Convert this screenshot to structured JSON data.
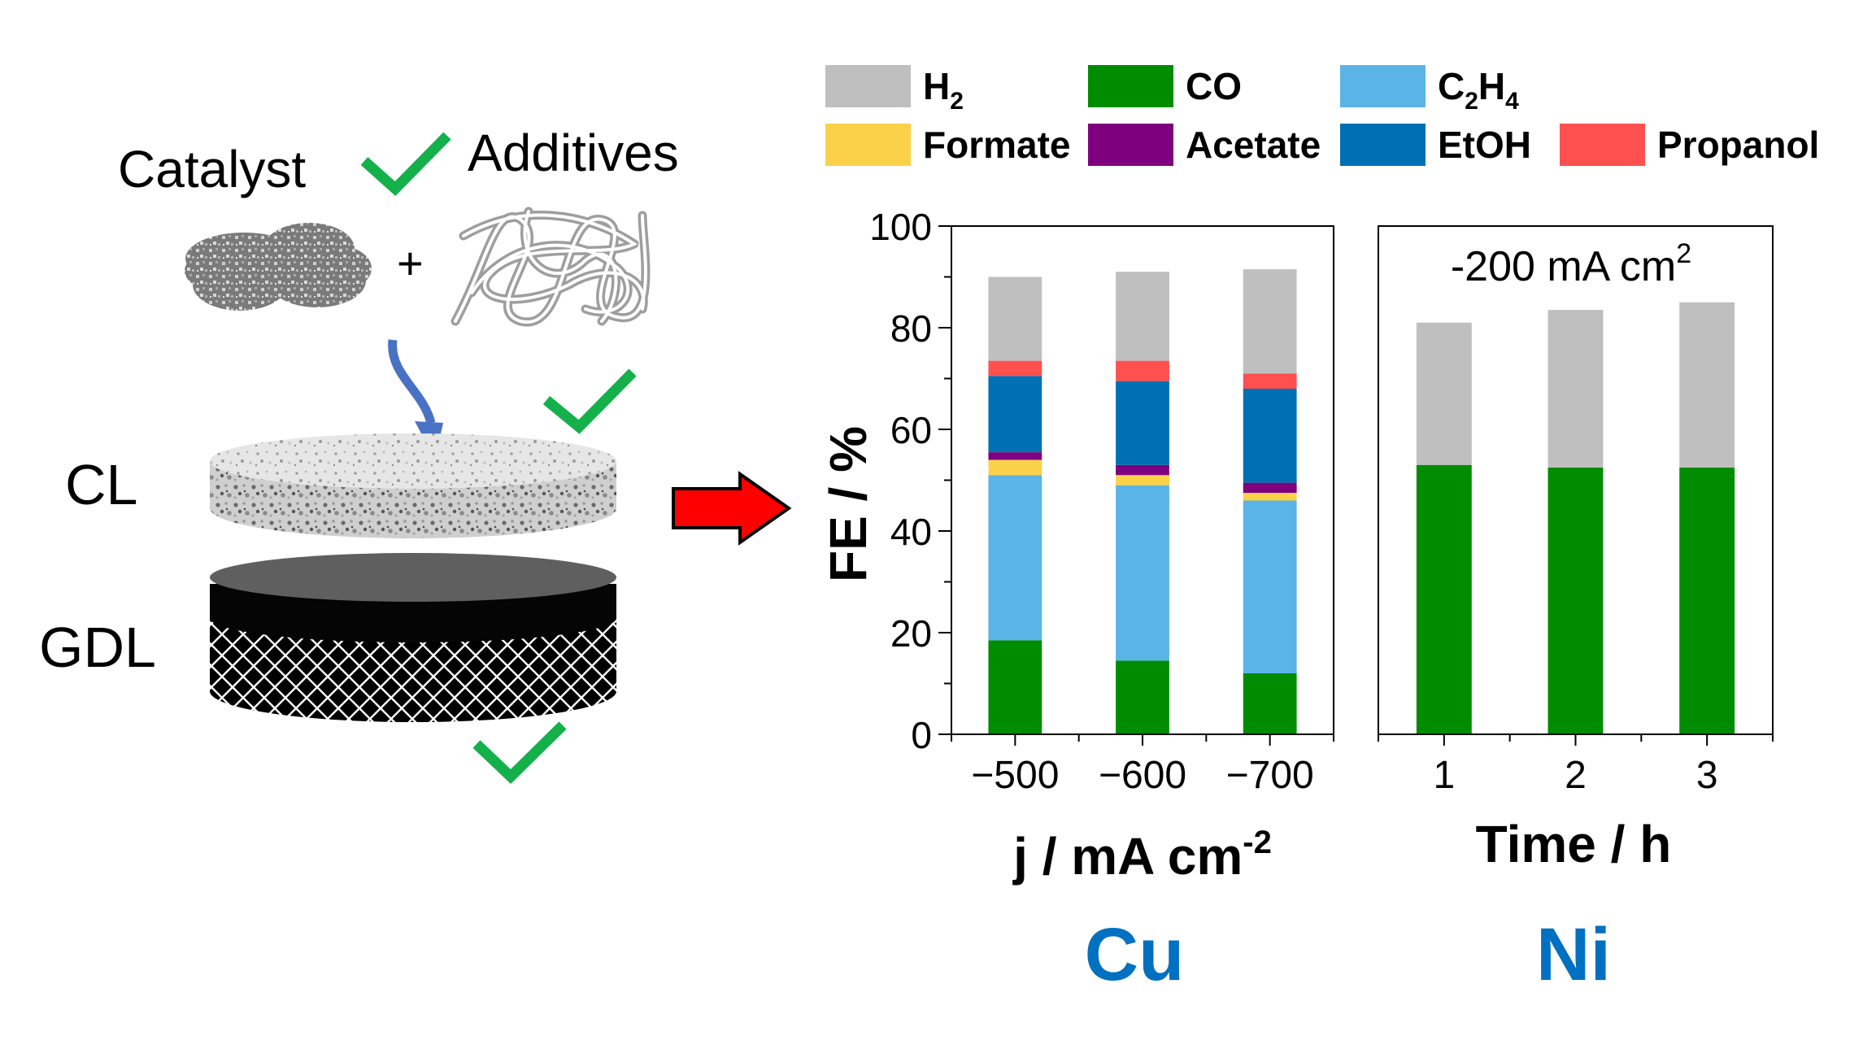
{
  "schematic": {
    "catalyst_label": "Catalyst",
    "additives_label": "Additives",
    "plus_sign": "+",
    "cl_label": "CL",
    "gdl_label": "GDL",
    "check_color": "#14b04a",
    "arrow_color": "#4a72c4",
    "big_arrow_color": "#ff0000"
  },
  "legend": [
    {
      "key": "h2",
      "label": "H",
      "sub": "2",
      "color": "#bfbfbf"
    },
    {
      "key": "co",
      "label": "CO",
      "color": "#008c00"
    },
    {
      "key": "c2h4",
      "label": "C",
      "sub": "2",
      "label2": "H",
      "sub2": "4",
      "color": "#5ab4e6"
    },
    {
      "key": "formate",
      "label": "Formate",
      "color": "#fcd14a"
    },
    {
      "key": "acetate",
      "label": "Acetate",
      "color": "#7e007e"
    },
    {
      "key": "etoh",
      "label": "EtOH",
      "color": "#0070b4"
    },
    {
      "key": "propanol",
      "label": "Propanol",
      "color": "#ff5050"
    }
  ],
  "chart_data": [
    {
      "type": "bar",
      "stacked": true,
      "categories": [
        "−500",
        "−600",
        "−700"
      ],
      "ylim": [
        0,
        100
      ],
      "yticks": [
        0,
        20,
        40,
        60,
        80,
        100
      ],
      "ylabel": "FE / %",
      "xlabel": "j / mA cm",
      "xlabel_sup": "-2",
      "material": "Cu",
      "series": [
        {
          "name": "CO",
          "values": [
            18.5,
            14.5,
            12
          ]
        },
        {
          "name": "C2H4",
          "values": [
            32.5,
            34.5,
            34
          ]
        },
        {
          "name": "Formate",
          "values": [
            3,
            2,
            1.5
          ]
        },
        {
          "name": "Acetate",
          "values": [
            1.5,
            2,
            2
          ]
        },
        {
          "name": "EtOH",
          "values": [
            15,
            16.5,
            18.5
          ]
        },
        {
          "name": "Propanol",
          "values": [
            3,
            4,
            3
          ]
        },
        {
          "name": "H2",
          "values": [
            16.5,
            17.5,
            20.5
          ]
        }
      ]
    },
    {
      "type": "bar",
      "stacked": true,
      "categories": [
        "1",
        "2",
        "3"
      ],
      "ylim": [
        0,
        100
      ],
      "xlabel": "Time / h",
      "annotation": "-200 mA cm",
      "annotation_sup": "2",
      "material": "Ni",
      "series": [
        {
          "name": "CO",
          "values": [
            53,
            52.5,
            52.5
          ]
        },
        {
          "name": "H2",
          "values": [
            28,
            31,
            32.5
          ]
        }
      ]
    }
  ],
  "material_color": "#0070c0"
}
